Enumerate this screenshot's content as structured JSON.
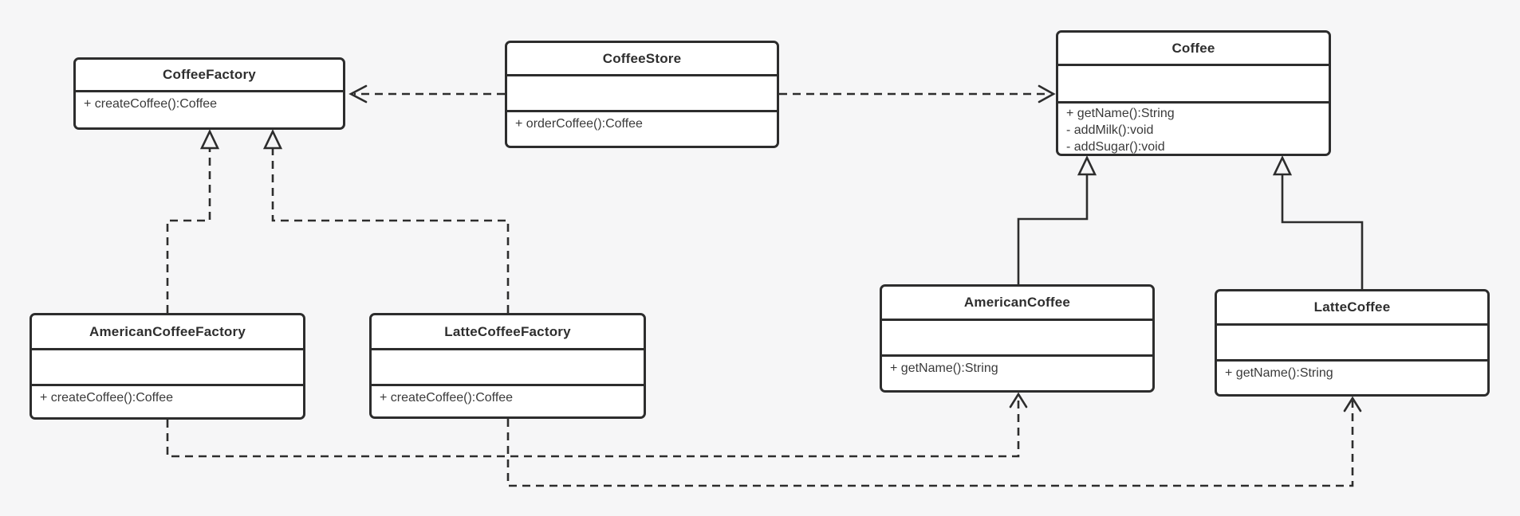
{
  "diagram": {
    "kind": "UML class diagram",
    "background_color": "#f6f6f7",
    "box_fill_color": "#ffffff",
    "line_color": "#2d2d2d"
  },
  "classes": {
    "coffee_factory": {
      "title": "CoffeeFactory",
      "fields": [],
      "methods": [
        "+ createCoffee():Coffee"
      ]
    },
    "coffee_store": {
      "title": "CoffeeStore",
      "fields": [],
      "methods": [
        "+ orderCoffee():Coffee"
      ]
    },
    "coffee": {
      "title": "Coffee",
      "fields": [],
      "methods": [
        "+ getName():String",
        "- addMilk():void",
        "- addSugar():void"
      ]
    },
    "american_coffee_factory": {
      "title": "AmericanCoffeeFactory",
      "fields": [],
      "methods": [
        "+ createCoffee():Coffee"
      ]
    },
    "latte_coffee_factory": {
      "title": "LatteCoffeeFactory",
      "fields": [],
      "methods": [
        "+ createCoffee():Coffee"
      ]
    },
    "american_coffee": {
      "title": "AmericanCoffee",
      "fields": [],
      "methods": [
        "+ getName():String"
      ]
    },
    "latte_coffee": {
      "title": "LatteCoffee",
      "fields": [],
      "methods": [
        "+ getName():String"
      ]
    }
  },
  "relationships": [
    {
      "from": "CoffeeStore",
      "to": "CoffeeFactory",
      "type": "dependency",
      "line": "dashed",
      "arrow": "open"
    },
    {
      "from": "CoffeeStore",
      "to": "Coffee",
      "type": "dependency",
      "line": "dashed",
      "arrow": "open"
    },
    {
      "from": "AmericanCoffeeFactory",
      "to": "CoffeeFactory",
      "type": "realization",
      "line": "dashed",
      "arrow": "hollow-triangle"
    },
    {
      "from": "LatteCoffeeFactory",
      "to": "CoffeeFactory",
      "type": "realization",
      "line": "dashed",
      "arrow": "hollow-triangle"
    },
    {
      "from": "AmericanCoffee",
      "to": "Coffee",
      "type": "generalization",
      "line": "solid",
      "arrow": "hollow-triangle"
    },
    {
      "from": "LatteCoffee",
      "to": "Coffee",
      "type": "generalization",
      "line": "solid",
      "arrow": "hollow-triangle"
    },
    {
      "from": "AmericanCoffeeFactory",
      "to": "AmericanCoffee",
      "type": "dependency",
      "line": "dashed",
      "arrow": "open"
    },
    {
      "from": "LatteCoffeeFactory",
      "to": "LatteCoffee",
      "type": "dependency",
      "line": "dashed",
      "arrow": "open"
    }
  ]
}
